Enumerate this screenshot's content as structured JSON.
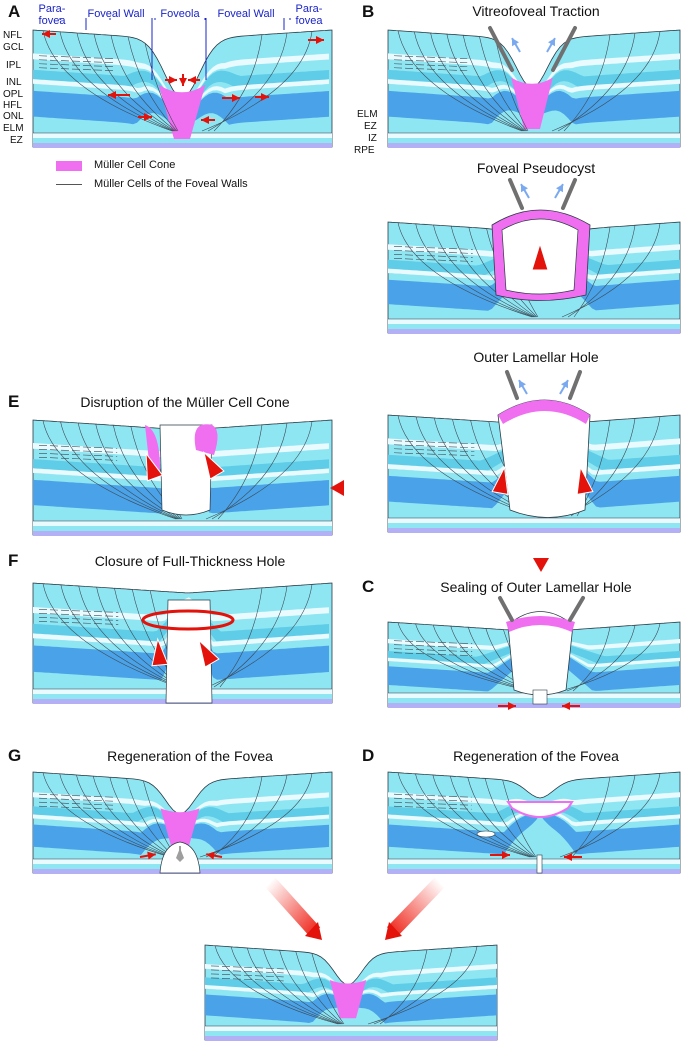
{
  "colors": {
    "retina_light": "#8fe6f3",
    "retina_mid": "#5fcde7",
    "retina_deep": "#4aa2e8",
    "band_white": "#e9fbff",
    "rpe": "#b3b0f5",
    "muller_cone": "#f06ff0",
    "arrow_red": "#e3120b",
    "arrow_blue": "#7aa9f0",
    "tether_gray": "#707070",
    "zone_text": "#1a24c8"
  },
  "panels": {
    "A": {
      "letter": "A"
    },
    "B": {
      "letter": "B",
      "title": "Vitreofoveal Traction"
    },
    "B2": {
      "title": "Foveal Pseudocyst"
    },
    "B3": {
      "title": "Outer Lamellar Hole"
    },
    "E": {
      "letter": "E",
      "title": "Disruption of the Müller Cell Cone"
    },
    "F": {
      "letter": "F",
      "title": "Closure of Full-Thickness Hole"
    },
    "C": {
      "letter": "C",
      "title": "Sealing of Outer Lamellar Hole"
    },
    "G": {
      "letter": "G",
      "title": "Regeneration of the Fovea"
    },
    "D": {
      "letter": "D",
      "title": "Regeneration of the Fovea"
    }
  },
  "zones": {
    "parafovea_left": "Para-\nfovea",
    "foveal_wall_left": "Foveal Wall",
    "foveola": "Foveola",
    "foveal_wall_right": "Foveal Wall",
    "parafovea_right": "Para-\nfovea"
  },
  "layers_left": [
    "NFL",
    "GCL",
    "IPL",
    "INL",
    "OPL",
    "HFL",
    "ONL",
    "ELM",
    "EZ"
  ],
  "layers_right": [
    "ELM",
    "EZ",
    "IZ",
    "RPE"
  ],
  "legend": {
    "cone_label": "Müller Cell Cone",
    "cells_label": "Müller Cells of the Foveal Walls"
  }
}
